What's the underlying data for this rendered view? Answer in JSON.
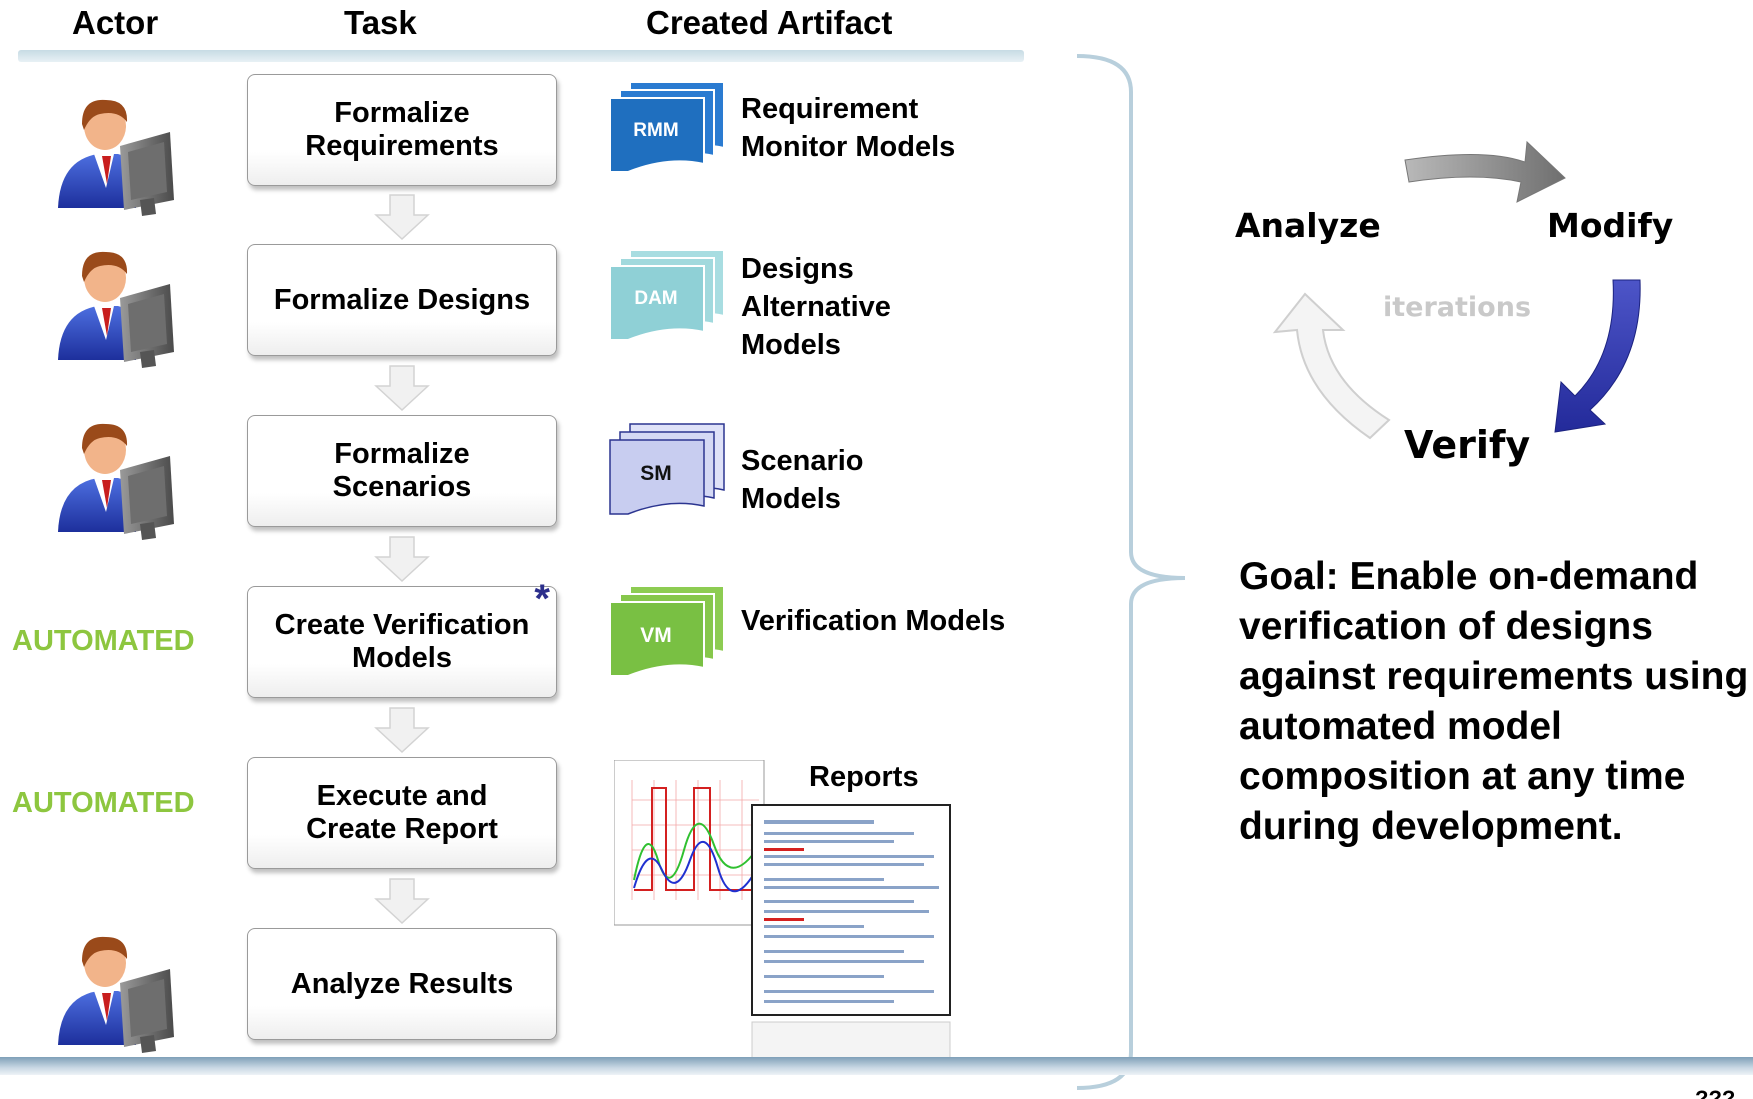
{
  "headers": {
    "actor": "Actor",
    "task": "Task",
    "artifact": "Created Artifact"
  },
  "tasks": [
    {
      "label": "Formalize\nRequirements",
      "automated": false
    },
    {
      "label": "Formalize Designs",
      "automated": false
    },
    {
      "label": "Formalize\nScenarios",
      "automated": false
    },
    {
      "label": "Create Verification\nModels",
      "automated": true,
      "asterisk": "*"
    },
    {
      "label": "Execute and\nCreate Report",
      "automated": true
    },
    {
      "label": "Analyze Results",
      "automated": false
    }
  ],
  "automated_label": "AUTOMATED",
  "artifacts": [
    {
      "abbr": "RMM",
      "label": "Requirement\nMonitor Models",
      "color": "#1f6fbf"
    },
    {
      "abbr": "DAM",
      "label": "Designs\nAlternative\nModels",
      "color": "#8fd0d6"
    },
    {
      "abbr": "SM",
      "label": "Scenario\nModels",
      "color": "#c8cdf0"
    },
    {
      "abbr": "VM",
      "label": "Verification Models",
      "color": "#79c043"
    },
    {
      "abbr": "",
      "label": "Reports",
      "color": "#ffffff"
    }
  ],
  "cycle": {
    "analyze": "Analyze",
    "modify": "Modify",
    "verify": "Verify",
    "iterations": "iterations"
  },
  "goal": "Goal: Enable on-demand verification of designs against requirements using automated model composition at any time during development.",
  "page_number": "???"
}
